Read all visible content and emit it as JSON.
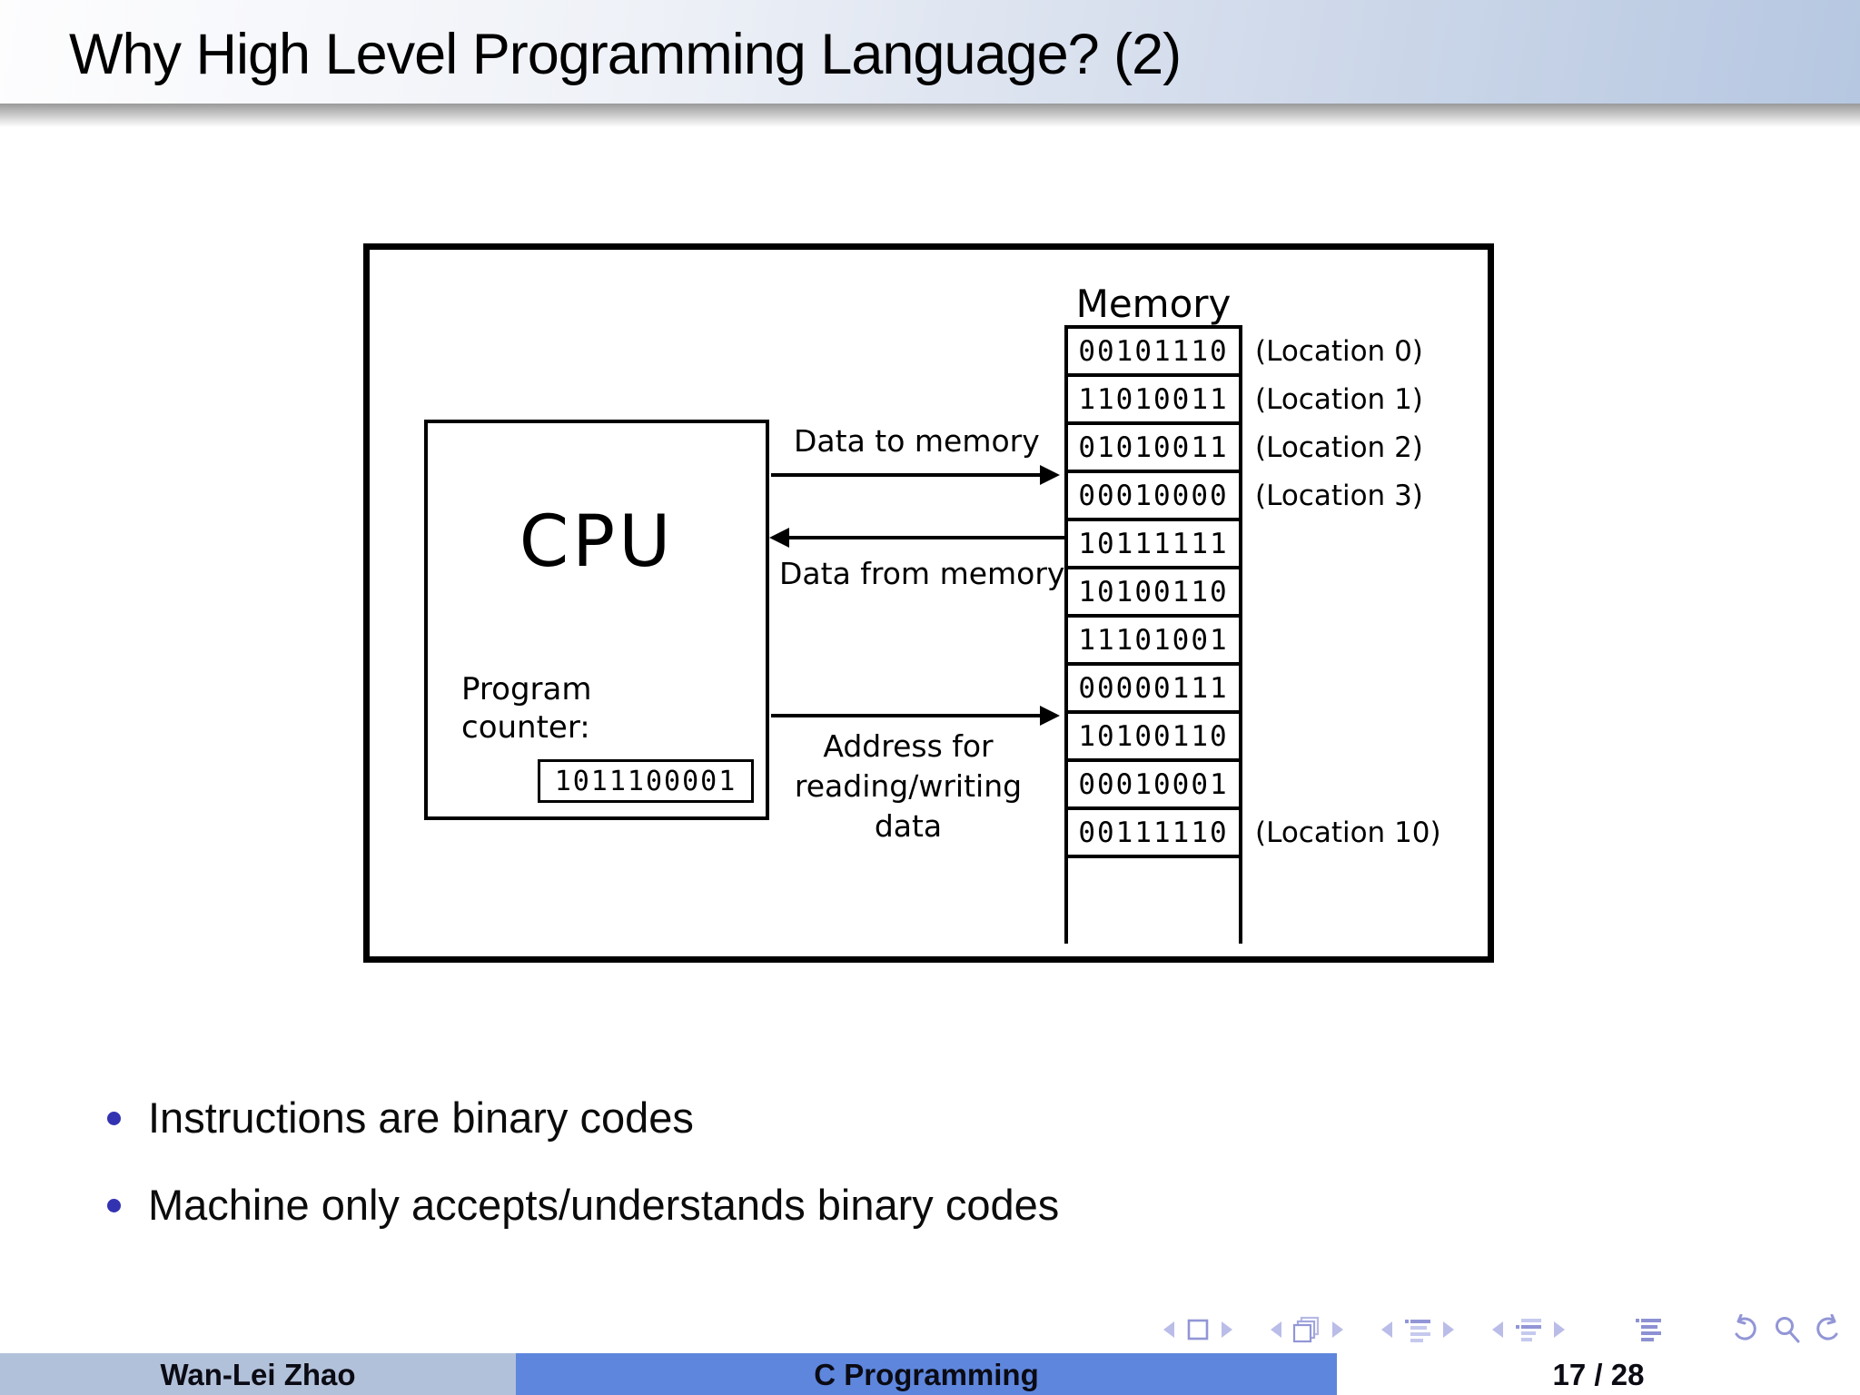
{
  "slide": {
    "title": "Why High Level Programming Language? (2)",
    "bullets": [
      "Instructions are binary codes",
      "Machine only accepts/understands binary codes"
    ]
  },
  "diagram": {
    "cpu_label": "CPU",
    "program_counter_label": "Program\ncounter:",
    "program_counter_value": "1011100001",
    "memory_title": "Memory",
    "memory_rows": [
      {
        "value": "00101110",
        "location": "(Location 0)"
      },
      {
        "value": "11010011",
        "location": "(Location 1)"
      },
      {
        "value": "01010011",
        "location": "(Location 2)"
      },
      {
        "value": "00010000",
        "location": "(Location 3)"
      },
      {
        "value": "10111111",
        "location": ""
      },
      {
        "value": "10100110",
        "location": ""
      },
      {
        "value": "11101001",
        "location": ""
      },
      {
        "value": "00000111",
        "location": ""
      },
      {
        "value": "10100110",
        "location": ""
      },
      {
        "value": "00010001",
        "location": ""
      },
      {
        "value": "00111110",
        "location": "(Location 10)"
      }
    ],
    "arrow_labels": {
      "to_memory": "Data to memory",
      "from_memory": "Data from memory",
      "address": "Address for\nreading/writing\ndata"
    }
  },
  "nav": {
    "icons": [
      "prev-slide",
      "current-slide",
      "next-slide",
      "prev-frame",
      "frames",
      "next-frame",
      "prev-section",
      "section",
      "next-section",
      "prev-subsection",
      "subsection",
      "next-subsection",
      "appendix",
      "undo",
      "search",
      "redo"
    ]
  },
  "footer": {
    "author": "Wan-Lei Zhao",
    "course": "C Programming",
    "page": "17 / 28"
  },
  "colors": {
    "bullet": "#3333b2",
    "title_gradient_end": "#b6c7e1",
    "footer_author_bg": "#b2c1da",
    "footer_course_bg": "#5e86dd",
    "footer_page_bg": "#ffffff",
    "nav_icon": "#9296d6",
    "nav_icon_light": "#babde8"
  }
}
